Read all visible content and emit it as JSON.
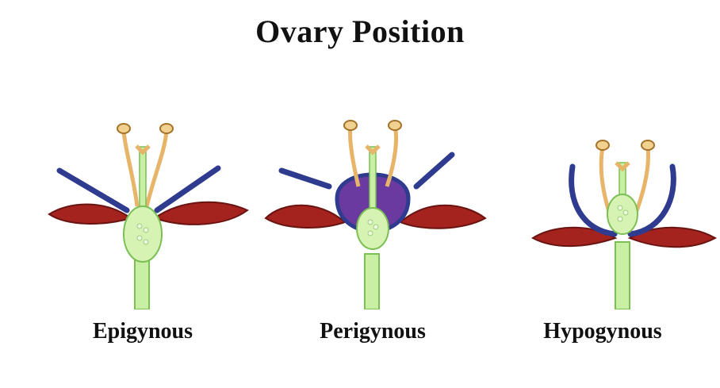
{
  "title": "Ovary Position",
  "diagrams": [
    {
      "label": "Epigynous"
    },
    {
      "label": "Perigynous"
    },
    {
      "label": "Hypogynous"
    }
  ],
  "colors": {
    "petal": "#a5231f",
    "sepal": "#2e3b8f",
    "hypanthium": "#6a3aa0",
    "ovary": "#d7f3b4",
    "stem": "#c8efa3",
    "stamen": "#e7b46a"
  }
}
